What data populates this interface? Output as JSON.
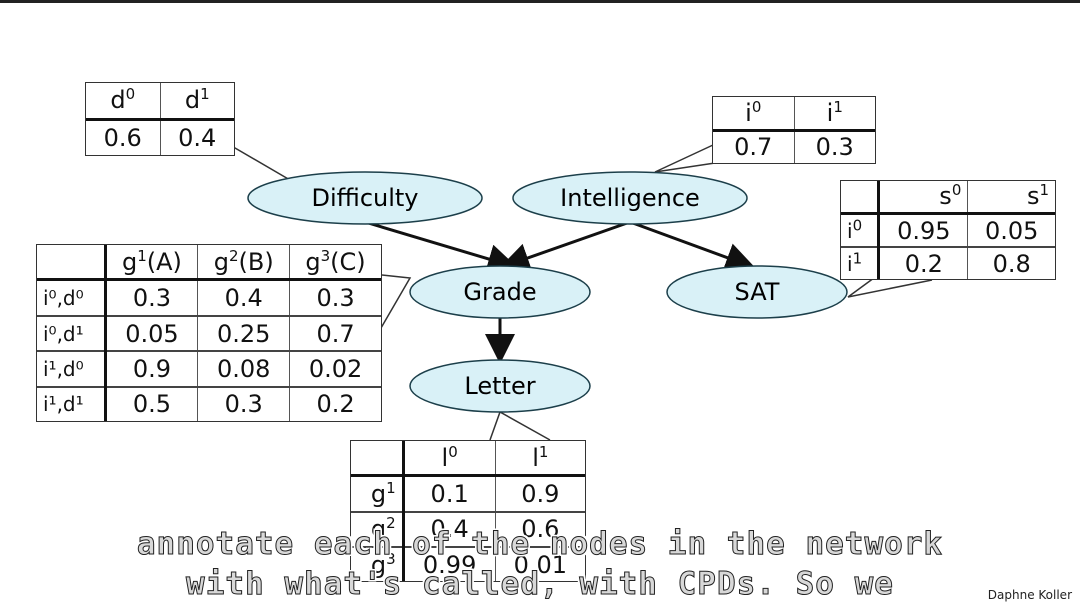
{
  "nodes": {
    "difficulty": "Difficulty",
    "intelligence": "Intelligence",
    "grade": "Grade",
    "sat": "SAT",
    "letter": "Letter"
  },
  "cpd_difficulty": {
    "headers": [
      "d",
      "d"
    ],
    "header_sups": [
      "0",
      "1"
    ],
    "values": [
      "0.6",
      "0.4"
    ]
  },
  "cpd_intelligence": {
    "headers": [
      "i",
      "i"
    ],
    "header_sups": [
      "0",
      "1"
    ],
    "values": [
      "0.7",
      "0.3"
    ]
  },
  "cpd_sat": {
    "headers": [
      "s",
      "s"
    ],
    "header_sups": [
      "0",
      "1"
    ],
    "rows": [
      {
        "label": "i",
        "sup": "0",
        "values": [
          "0.95",
          "0.05"
        ]
      },
      {
        "label": "i",
        "sup": "1",
        "values": [
          "0.2",
          "0.8"
        ]
      }
    ]
  },
  "cpd_grade": {
    "headers": [
      {
        "g": "g",
        "sup": "1",
        "grade": "(A)"
      },
      {
        "g": "g",
        "sup": "2",
        "grade": "(B)"
      },
      {
        "g": "g",
        "sup": "3",
        "grade": "(C)"
      }
    ],
    "rows": [
      {
        "label": "i⁰,d⁰",
        "values": [
          "0.3",
          "0.4",
          "0.3"
        ]
      },
      {
        "label": "i⁰,d¹",
        "values": [
          "0.05",
          "0.25",
          "0.7"
        ]
      },
      {
        "label": "i¹,d⁰",
        "values": [
          "0.9",
          "0.08",
          "0.02"
        ]
      },
      {
        "label": "i¹,d¹",
        "values": [
          "0.5",
          "0.3",
          "0.2"
        ]
      }
    ]
  },
  "cpd_letter": {
    "headers": [
      "l",
      "l"
    ],
    "header_sups": [
      "0",
      "1"
    ],
    "rows": [
      {
        "label": "g",
        "sup": "1",
        "values": [
          "0.1",
          "0.9"
        ]
      },
      {
        "label": "g",
        "sup": "2",
        "values": [
          "0.4",
          "0.6"
        ]
      },
      {
        "label": "g",
        "sup": "3",
        "values": [
          "0.99",
          "0.01"
        ]
      }
    ]
  },
  "subtitles": {
    "line1": "annotate each of the nodes in the network",
    "line2": "with what's called, with CPDs. So we"
  },
  "author": "Daphne Koller",
  "colors": {
    "node_fill": "#d9f1f7",
    "node_stroke": "#1c3f4a"
  }
}
